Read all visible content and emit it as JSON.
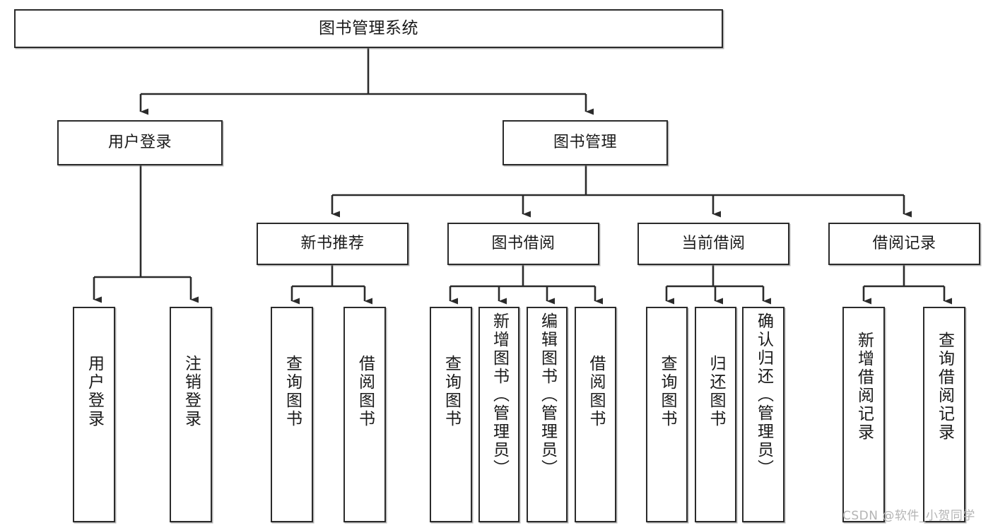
{
  "diagram": {
    "title": "图书管理系统",
    "type": "tree-hierarchy",
    "root": {
      "label": "图书管理系统"
    },
    "level2": [
      {
        "label": "用户登录"
      },
      {
        "label": "图书管理"
      }
    ],
    "level3": [
      {
        "label": "新书推荐"
      },
      {
        "label": "图书借阅"
      },
      {
        "label": "当前借阅"
      },
      {
        "label": "借阅记录"
      }
    ],
    "leaves": {
      "user_login": [
        {
          "label": "用户登录"
        },
        {
          "label": "注销登录"
        }
      ],
      "new_book_recommend": [
        {
          "label": "查询图书"
        },
        {
          "label": "借阅图书"
        }
      ],
      "book_borrow": [
        {
          "label": "查询图书"
        },
        {
          "label": "新增图书（管理员）"
        },
        {
          "label": "编辑图书（管理员）"
        },
        {
          "label": "借阅图书"
        }
      ],
      "current_borrow": [
        {
          "label": "查询图书"
        },
        {
          "label": "归还图书"
        },
        {
          "label": "确认归还（管理员）"
        }
      ],
      "borrow_record": [
        {
          "label": "新增借阅记录"
        },
        {
          "label": "查询借阅记录"
        }
      ]
    }
  },
  "watermark": {
    "text": "CSDN @软件_小贺同学"
  },
  "colors": {
    "stroke": "#2b2b2b",
    "fill": "#ffffff",
    "text": "#1a1a1a",
    "watermark": "#b4b4b4"
  }
}
